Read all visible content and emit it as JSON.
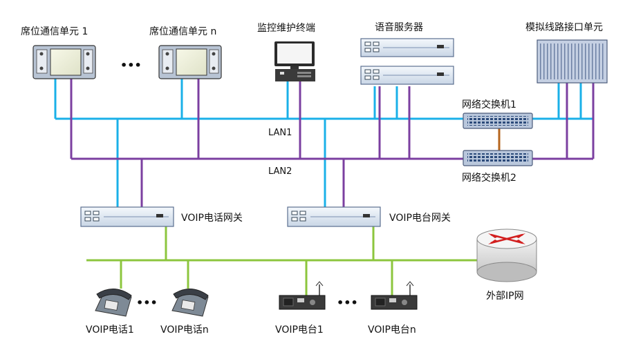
{
  "labels": {
    "seat1": "席位通信单元 1",
    "seatn": "席位通信单元 n",
    "monitor": "监控维护终端",
    "voice_server": "语音服务器",
    "analog_unit": "模拟线路接口单元",
    "switch1": "网络交换机1",
    "switch2": "网络交换机2",
    "lan1": "LAN1",
    "lan2": "LAN2",
    "voip_phone_gw": "VOIP电话网关",
    "voip_radio_gw": "VOIP电台网关",
    "external_ip": "外部IP网",
    "phone1": "VOIP电话1",
    "phonen": "VOIP电话n",
    "radio1": "VOIP电台1",
    "radion": "VOIP电台n",
    "ellipsis": "•••"
  },
  "colors": {
    "lan1": "#1ab0e8",
    "lan2": "#7b3fa0",
    "voip_net": "#8cc63e",
    "switch_link": "#b5651d"
  }
}
